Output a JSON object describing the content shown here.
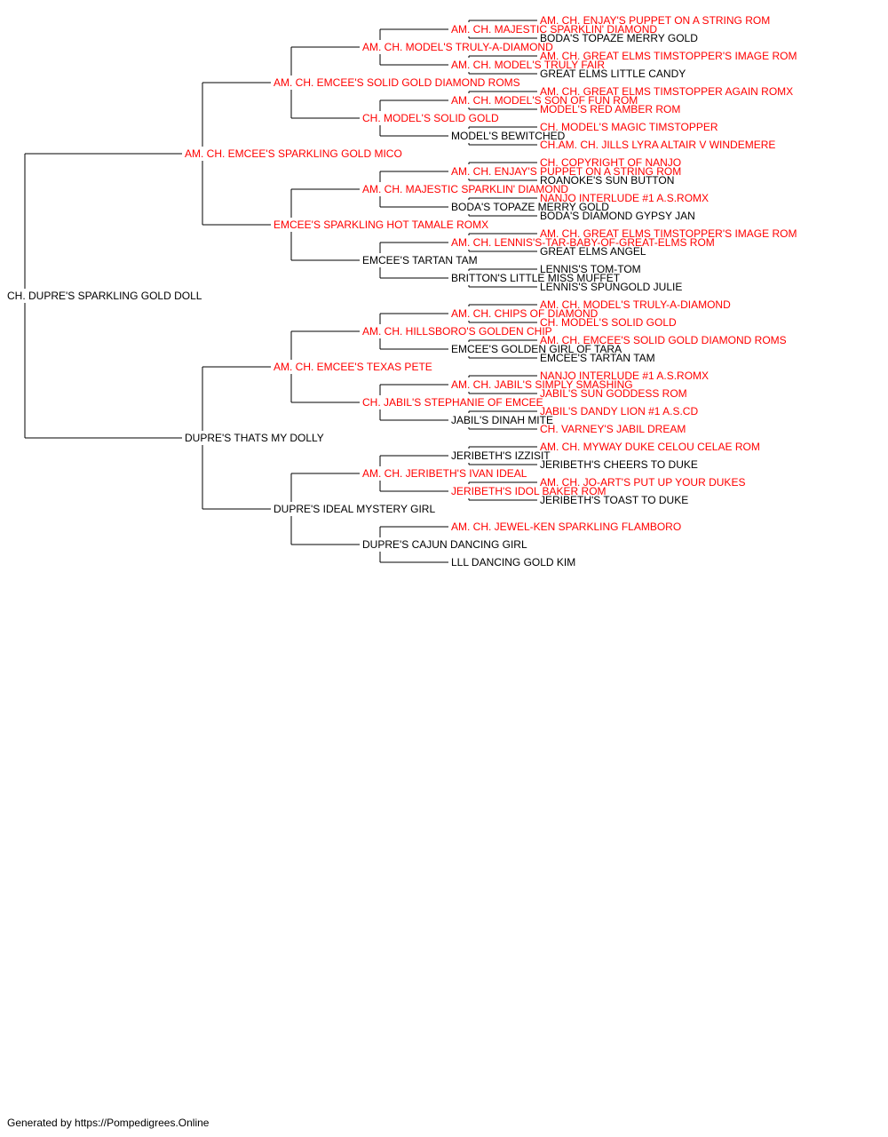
{
  "colors": {
    "champion": "#ff0000",
    "regular": "#000000",
    "line": "#000000"
  },
  "pedigree": {
    "name": "CH. DUPRE'S SPARKLING GOLD DOLL",
    "champion": false,
    "sire": {
      "name": "AM. CH. EMCEE'S SPARKLING GOLD MICO",
      "champion": true,
      "sire": {
        "name": "AM. CH. EMCEE'S SOLID GOLD DIAMOND ROMS",
        "champion": true,
        "sire": {
          "name": "AM. CH. MODEL'S TRULY-A-DIAMOND",
          "champion": true,
          "sire": {
            "name": "AM. CH. MAJESTIC SPARKLIN' DIAMOND",
            "champion": true,
            "sire": {
              "name": "AM. CH. ENJAY'S PUPPET ON A STRING ROM",
              "champion": true
            },
            "dam": {
              "name": "BODA'S TOPAZE MERRY GOLD",
              "champion": false
            }
          },
          "dam": {
            "name": "AM. CH. MODEL'S TRULY FAIR",
            "champion": true,
            "sire": {
              "name": "AM. CH. GREAT ELMS TIMSTOPPER'S IMAGE ROM",
              "champion": true
            },
            "dam": {
              "name": "GREAT ELMS LITTLE CANDY",
              "champion": false
            }
          }
        },
        "dam": {
          "name": "CH. MODEL'S SOLID GOLD",
          "champion": true,
          "sire": {
            "name": "AM. CH. MODEL'S SON OF FUN ROM",
            "champion": true,
            "sire": {
              "name": "AM. CH. GREAT ELMS TIMSTOPPER AGAIN ROMX",
              "champion": true
            },
            "dam": {
              "name": "MODEL'S RED AMBER ROM",
              "champion": true
            }
          },
          "dam": {
            "name": "MODEL'S BEWITCHED",
            "champion": false,
            "sire": {
              "name": "CH. MODEL'S MAGIC TIMSTOPPER",
              "champion": true
            },
            "dam": {
              "name": "CH.AM. CH. JILLS LYRA ALTAIR V WINDEMERE",
              "champion": true
            }
          }
        }
      },
      "dam": {
        "name": "EMCEE'S SPARKLING HOT TAMALE ROMX",
        "champion": true,
        "sire": {
          "name": "AM. CH. MAJESTIC SPARKLIN' DIAMOND",
          "champion": true,
          "sire": {
            "name": "AM. CH. ENJAY'S PUPPET ON A STRING ROM",
            "champion": true,
            "sire": {
              "name": "CH. COPYRIGHT OF NANJO",
              "champion": true
            },
            "dam": {
              "name": "ROANOKE'S SUN BUTTON",
              "champion": false
            }
          },
          "dam": {
            "name": "BODA'S TOPAZE MERRY GOLD",
            "champion": false,
            "sire": {
              "name": "NANJO INTERLUDE #1 A.S.ROMX",
              "champion": true
            },
            "dam": {
              "name": "BODA'S DIAMOND GYPSY JAN",
              "champion": false
            }
          }
        },
        "dam": {
          "name": "EMCEE'S TARTAN TAM",
          "champion": false,
          "sire": {
            "name": "AM. CH. LENNIS'S-TAR-BABY-OF-GREAT-ELMS ROM",
            "champion": true,
            "sire": {
              "name": "AM. CH. GREAT ELMS TIMSTOPPER'S IMAGE ROM",
              "champion": true
            },
            "dam": {
              "name": "GREAT ELMS ANGEL",
              "champion": false
            }
          },
          "dam": {
            "name": "BRITTON'S LITTLE MISS MUFFET",
            "champion": false,
            "sire": {
              "name": "LENNIS'S TOM-TOM",
              "champion": false
            },
            "dam": {
              "name": "LENNIS'S SPUNGOLD JULIE",
              "champion": false
            }
          }
        }
      }
    },
    "dam": {
      "name": "DUPRE'S THATS MY DOLLY",
      "champion": false,
      "sire": {
        "name": "AM. CH. EMCEE'S TEXAS PETE",
        "champion": true,
        "sire": {
          "name": "AM. CH. HILLSBORO'S GOLDEN CHIP",
          "champion": true,
          "sire": {
            "name": "AM. CH. CHIPS OF DIAMOND",
            "champion": true,
            "sire": {
              "name": "AM. CH. MODEL'S TRULY-A-DIAMOND",
              "champion": true
            },
            "dam": {
              "name": "CH. MODEL'S SOLID GOLD",
              "champion": true
            }
          },
          "dam": {
            "name": "EMCEE'S GOLDEN GIRL OF TARA",
            "champion": false,
            "sire": {
              "name": "AM. CH. EMCEE'S SOLID GOLD DIAMOND ROMS",
              "champion": true
            },
            "dam": {
              "name": "EMCEE'S TARTAN TAM",
              "champion": false
            }
          }
        },
        "dam": {
          "name": "CH. JABIL'S STEPHANIE OF EMCEE",
          "champion": true,
          "sire": {
            "name": "AM. CH. JABIL'S SIMPLY SMASHING",
            "champion": true,
            "sire": {
              "name": "NANJO INTERLUDE #1 A.S.ROMX",
              "champion": true
            },
            "dam": {
              "name": "JABIL'S SUN GODDESS ROM",
              "champion": true
            }
          },
          "dam": {
            "name": "JABIL'S DINAH MITE",
            "champion": false,
            "sire": {
              "name": "JABIL'S DANDY LION #1 A.S.CD",
              "champion": true
            },
            "dam": {
              "name": "CH. VARNEY'S JABIL DREAM",
              "champion": true
            }
          }
        }
      },
      "dam": {
        "name": "DUPRE'S IDEAL MYSTERY GIRL",
        "champion": false,
        "sire": {
          "name": "AM. CH. JERIBETH'S IVAN IDEAL",
          "champion": true,
          "sire": {
            "name": "JERIBETH'S IZZISIT",
            "champion": false,
            "sire": {
              "name": "AM. CH. MYWAY DUKE CELOU CELAE ROM",
              "champion": true
            },
            "dam": {
              "name": "JERIBETH'S CHEERS TO DUKE",
              "champion": false
            }
          },
          "dam": {
            "name": "JERIBETH'S IDOL BAKER ROM",
            "champion": true,
            "sire": {
              "name": "AM. CH. JO-ART'S PUT UP YOUR DUKES",
              "champion": true
            },
            "dam": {
              "name": "JERIBETH'S TOAST TO DUKE",
              "champion": false
            }
          }
        },
        "dam": {
          "name": "DUPRE'S CAJUN DANCING GIRL",
          "champion": false,
          "sire": {
            "name": "AM. CH. JEWEL-KEN SPARKLING FLAMBORO",
            "champion": true
          },
          "dam": {
            "name": "LLL DANCING GOLD KIM",
            "champion": false
          }
        }
      }
    }
  },
  "footer": {
    "text": "Generated by https://Pompedigrees.Online"
  }
}
